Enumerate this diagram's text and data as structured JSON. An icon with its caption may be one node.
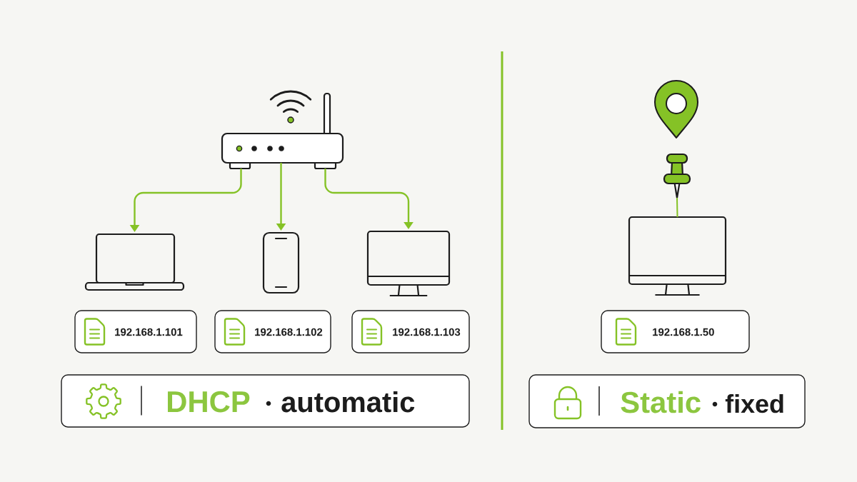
{
  "diagram": {
    "nodes": [
      {
        "text": [],
        "shape": "picture"
      },
      {
        "text": [],
        "shape": "picture"
      },
      {
        "text": [],
        "shape": "picture"
      },
      {
        "text": [],
        "shape": "picture"
      },
      {
        "text": [
          "192.168.1.101"
        ]
      },
      {
        "text": [
          "192.168.1.102"
        ]
      },
      {
        "text": [
          "192.168.1.103"
        ]
      },
      {
        "text": [
          "DHCP",
          "automatic"
        ]
      },
      {
        "text": [],
        "shape": "picture"
      },
      {
        "text": [],
        "shape": "picture"
      },
      {
        "text": [
          "192.168.1.50"
        ]
      },
      {
        "text": [
          "Static",
          "fixed"
        ]
      }
    ],
    "edges": [
      {
        "from": 0,
        "to": 1,
        "arrow": "to"
      },
      {
        "from": 0,
        "to": 2,
        "arrow": "to"
      },
      {
        "from": 0,
        "to": 3,
        "arrow": "to"
      },
      {
        "from": 8,
        "to": 9,
        "arrow": "none"
      }
    ]
  }
}
